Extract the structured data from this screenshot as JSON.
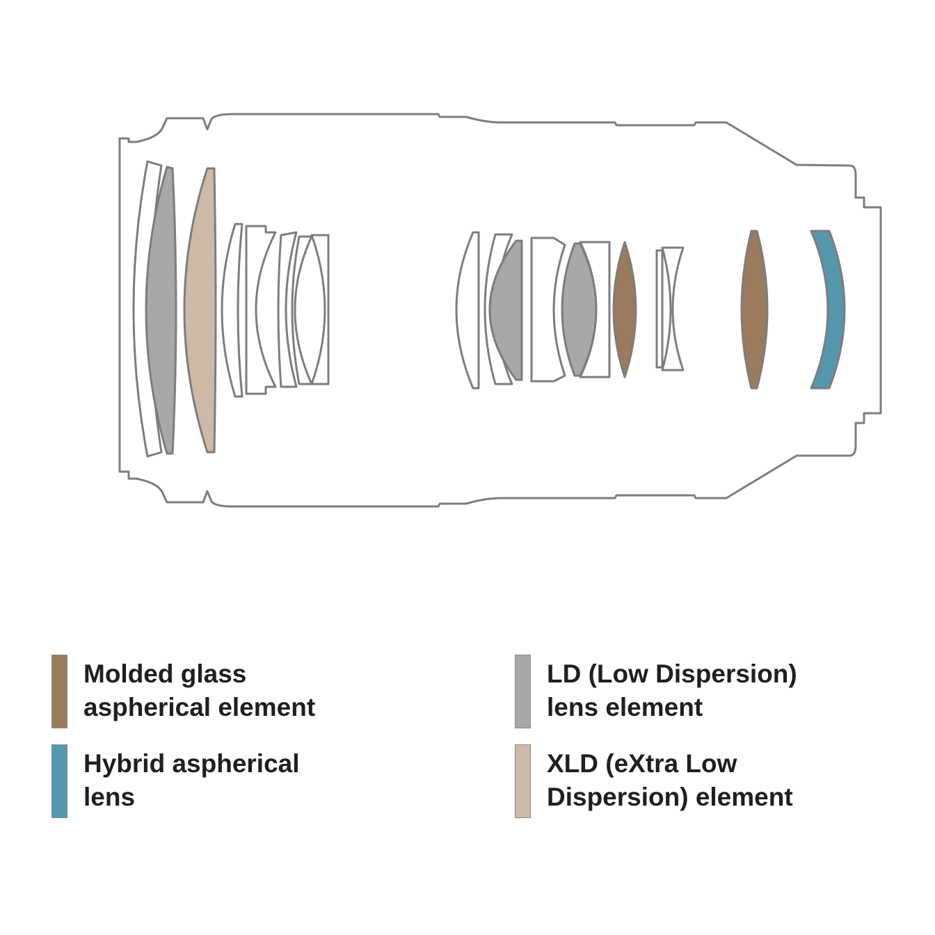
{
  "colors": {
    "molded": "#9b7b5d",
    "hybrid": "#5598ad",
    "ld": "#a8a8a8",
    "xld": "#cdb9a7",
    "outline": "#7d7d7d"
  },
  "legend": [
    {
      "key": "molded",
      "line1": "Molded glass",
      "line2": "aspherical element"
    },
    {
      "key": "hybrid",
      "line1": "Hybrid aspherical",
      "line2": "lens"
    },
    {
      "key": "ld",
      "line1": "LD (Low Dispersion)",
      "line2": "lens element"
    },
    {
      "key": "xld",
      "line1": "XLD (eXtra Low",
      "line2": "Dispersion) element"
    }
  ]
}
